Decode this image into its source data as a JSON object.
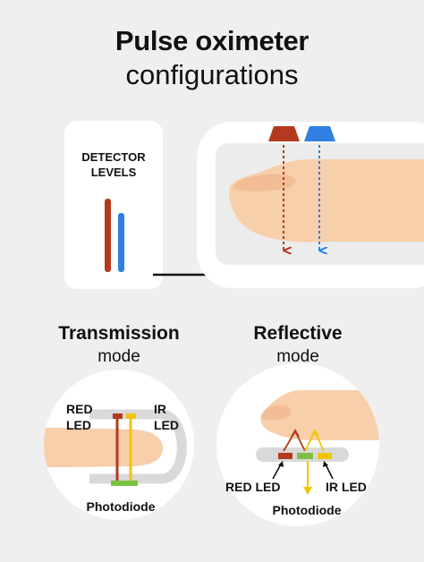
{
  "title": {
    "line1": "Pulse oximeter",
    "line2": "configurations"
  },
  "detector": {
    "label_line1": "DETECTOR",
    "label_line2": "LEVELS"
  },
  "transmission": {
    "title": "Transmission",
    "subtitle": "mode",
    "red_led_line1": "RED",
    "red_led_line2": "LED",
    "ir_led_line1": "IR",
    "ir_led_line2": "LED",
    "photodiode": "Photodiode"
  },
  "reflective": {
    "title": "Reflective",
    "subtitle": "mode",
    "red_led": "RED LED",
    "ir_led": "IR LED",
    "photodiode": "Photodiode"
  },
  "colors": {
    "red_led": "#b33a1e",
    "ir_led": "#2f80e0",
    "yellow": "#f2c500",
    "green": "#7cc142",
    "skin": "#f7cfab",
    "background": "#efefef"
  }
}
